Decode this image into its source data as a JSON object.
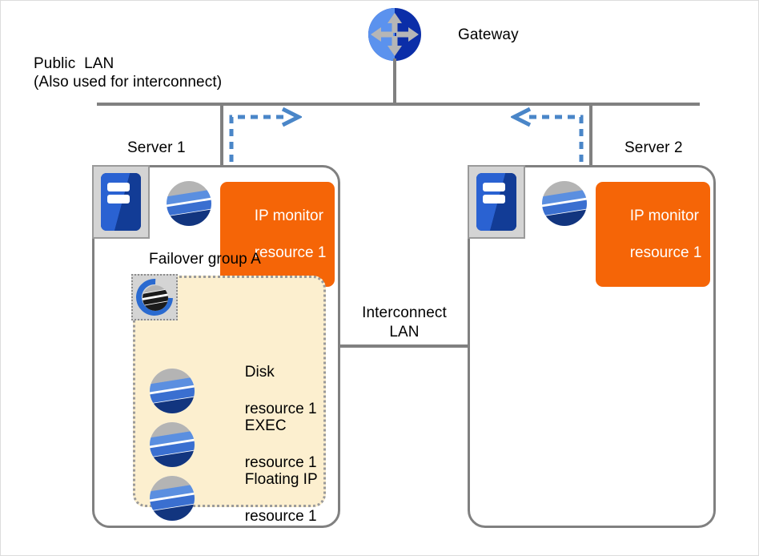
{
  "diagram": {
    "title": "Cluster failover configuration diagram",
    "colors": {
      "line": "#808080",
      "badge": "#f56507",
      "group_fill": "#fcefcf",
      "group_border": "#9a9a9a",
      "arrow": "#4a86c8",
      "gateway_light": "#5b92ee",
      "gateway_dark": "#0b2ea8"
    },
    "gateway": {
      "label": "Gateway",
      "icon": "router-icon"
    },
    "public_lan": {
      "line1": "Public  LAN",
      "line2": "(Also used for interconnect)"
    },
    "interconnect_lan": {
      "line1": "Interconnect",
      "line2": "LAN"
    },
    "servers": [
      {
        "label": "Server 1",
        "icon": "server-icon",
        "monitor": {
          "icon": "globe-icon",
          "line1": "IP monitor",
          "line2": "resource 1"
        },
        "failover_group": {
          "label": "Failover group A",
          "icon": "failover-group-icon",
          "resources": [
            {
              "icon": "globe-icon",
              "line1": "Disk",
              "line2": "resource 1"
            },
            {
              "icon": "globe-icon",
              "line1": "EXEC",
              "line2": "resource 1"
            },
            {
              "icon": "globe-icon",
              "line1": "Floating IP",
              "line2": "resource 1"
            }
          ]
        }
      },
      {
        "label": "Server 2",
        "icon": "server-icon",
        "monitor": {
          "icon": "globe-icon",
          "line1": "IP monitor",
          "line2": "resource 1"
        },
        "failover_group": null
      }
    ],
    "arrows": [
      {
        "name": "server1-to-gateway-arrow",
        "direction": "right"
      },
      {
        "name": "server2-to-gateway-arrow",
        "direction": "left"
      }
    ]
  }
}
